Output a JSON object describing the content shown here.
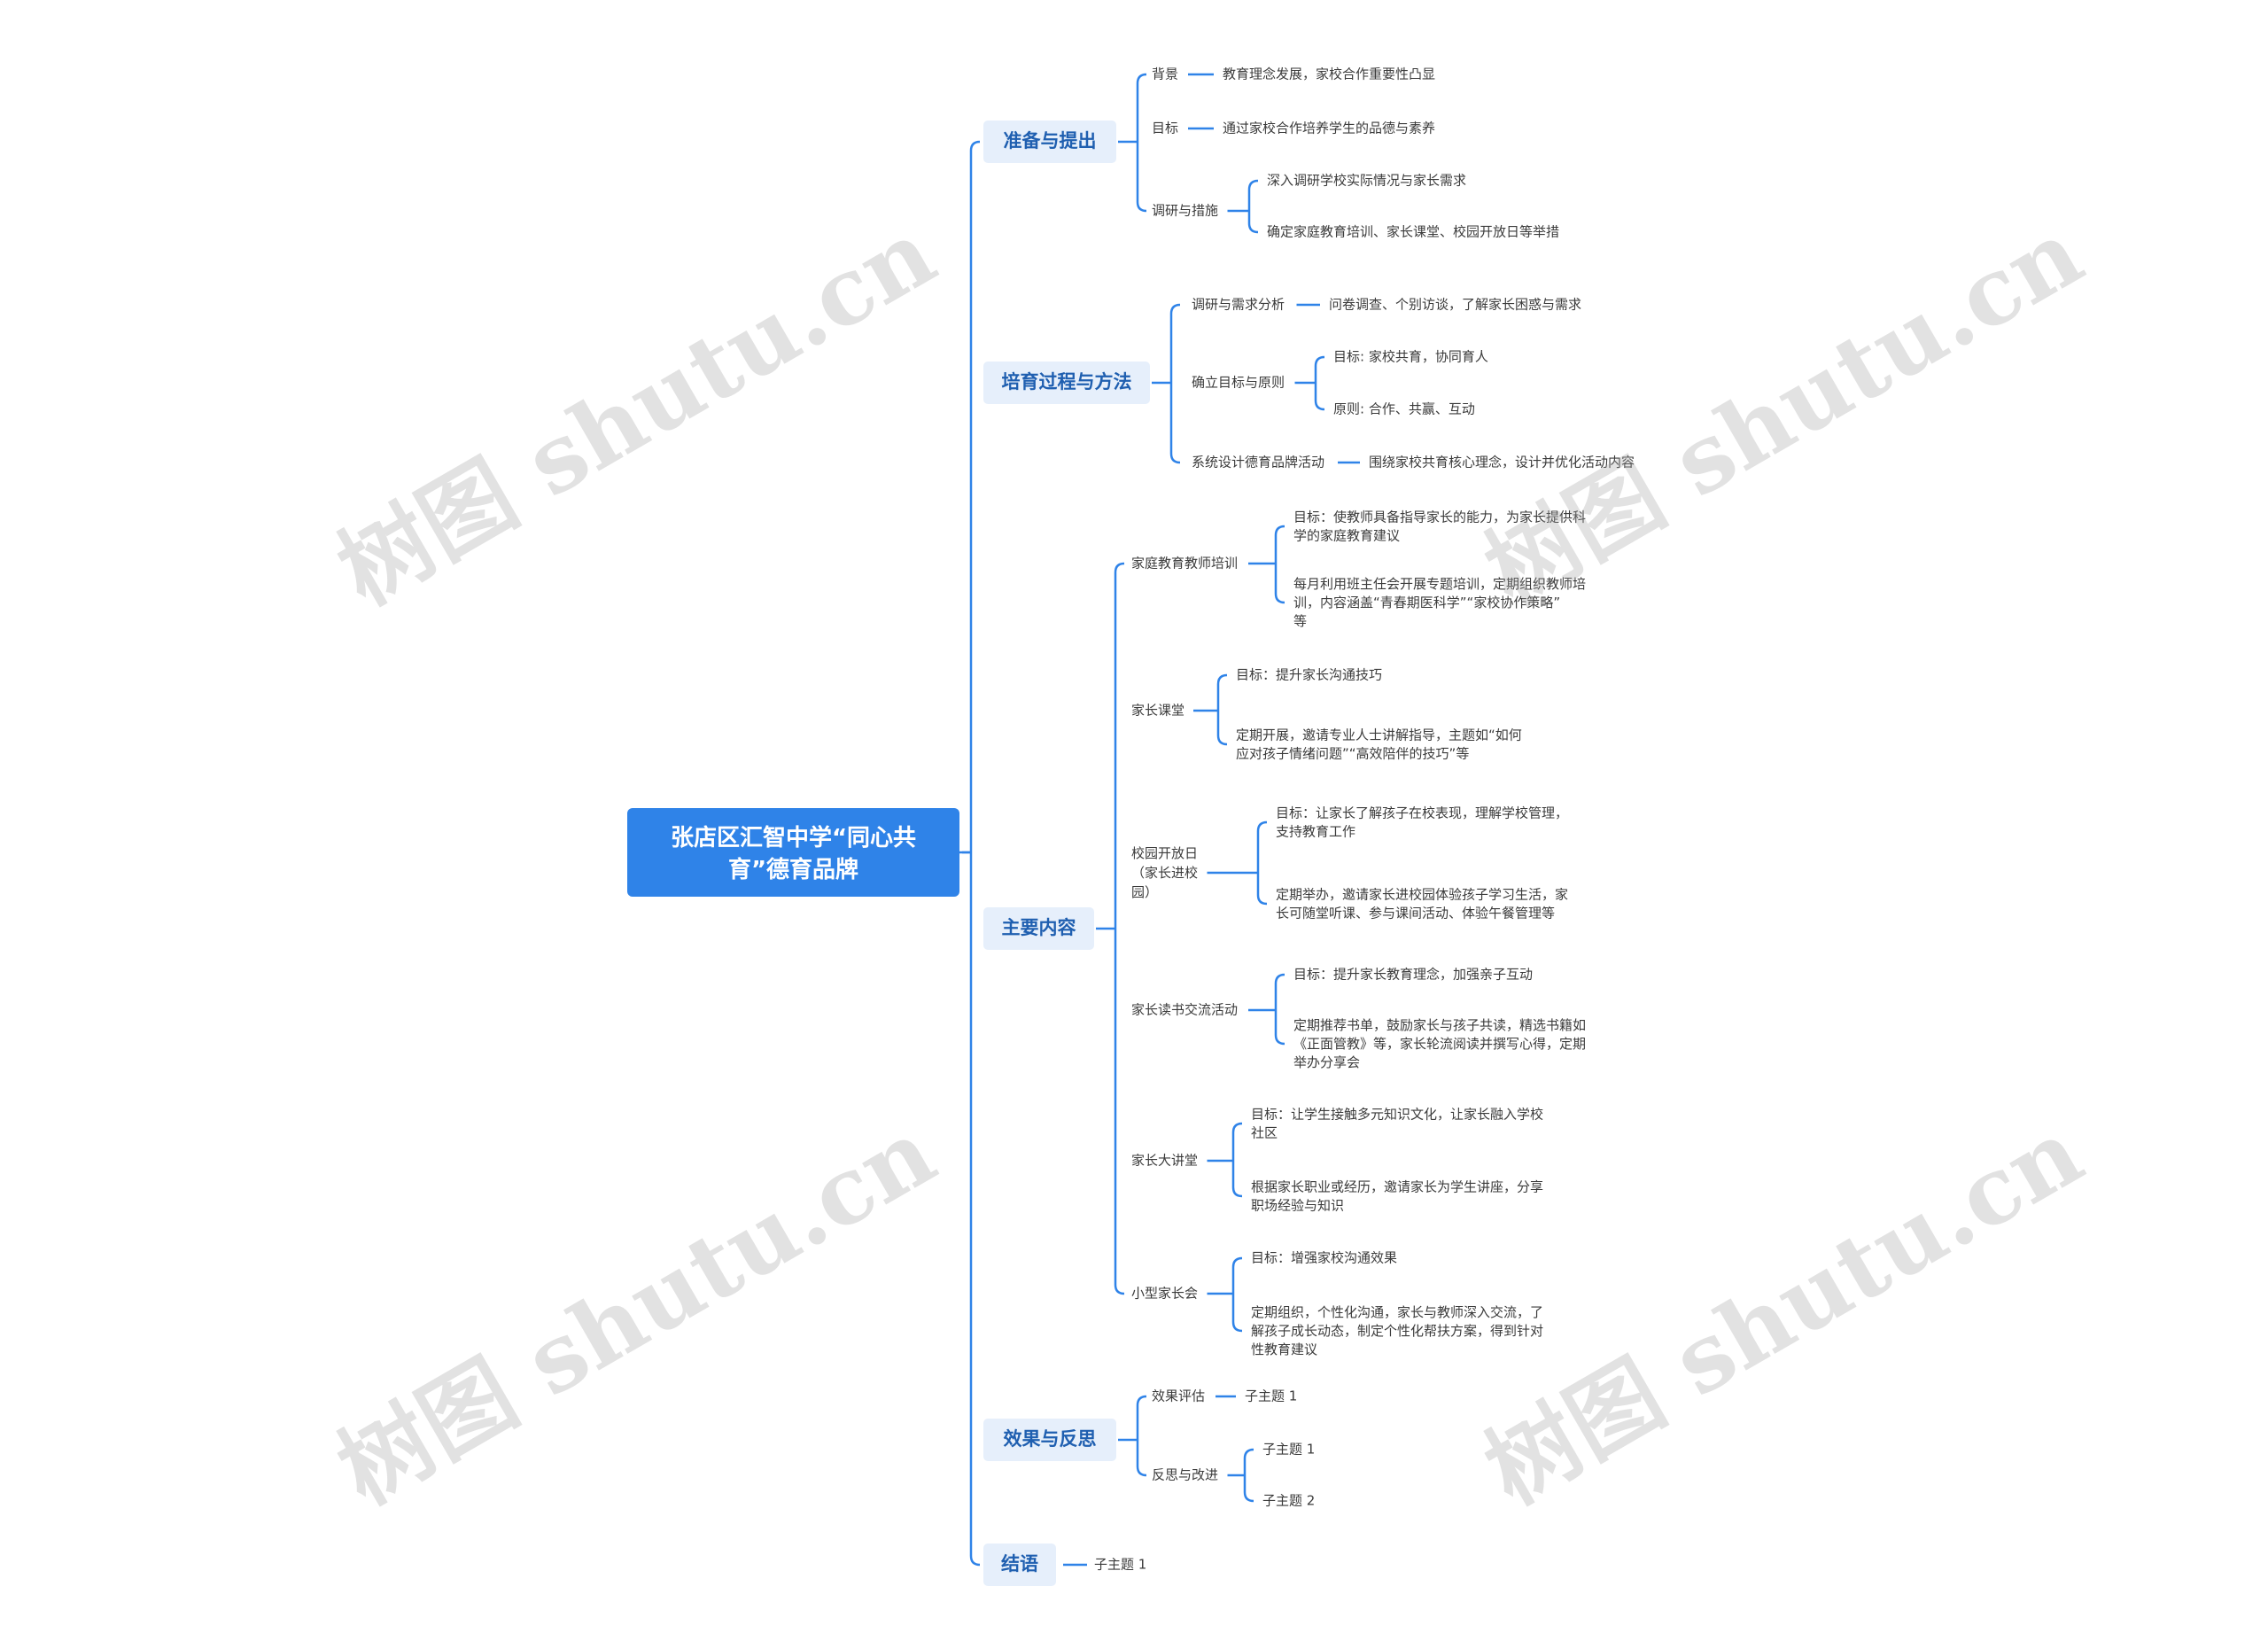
{
  "colors": {
    "line": "#2f83e8",
    "root_bg": "#2f83e8",
    "root_text": "#ffffff",
    "branch_bg": "#e6effb",
    "branch_text": "#1f5fb0",
    "leaf_text": "#3b3b3b"
  },
  "watermark": "树图 shutu.cn",
  "mindmap": {
    "root": "张店区汇智中学“同心共育”德育品牌",
    "branches": [
      {
        "label": "准备与提出",
        "children": [
          {
            "label": "背景",
            "children": [
              {
                "label": "教育理念发展，家校合作重要性凸显"
              }
            ]
          },
          {
            "label": "目标",
            "children": [
              {
                "label": "通过家校合作培养学生的品德与素养"
              }
            ]
          },
          {
            "label": "调研与措施",
            "children": [
              {
                "label": "深入调研学校实际情况与家长需求"
              },
              {
                "label": "确定家庭教育培训、家长课堂、校园开放日等举措"
              }
            ]
          }
        ]
      },
      {
        "label": "培育过程与方法",
        "children": [
          {
            "label": "调研与需求分析",
            "children": [
              {
                "label": "问卷调查、个别访谈，了解家长困惑与需求"
              }
            ]
          },
          {
            "label": "确立目标与原则",
            "children": [
              {
                "label": "目标: 家校共育，协同育人"
              },
              {
                "label": "原则: 合作、共赢、互动"
              }
            ]
          },
          {
            "label": "系统设计德育品牌活动",
            "children": [
              {
                "label": "围绕家校共育核心理念，设计并优化活动内容"
              }
            ]
          }
        ]
      },
      {
        "label": "主要内容",
        "children": [
          {
            "label": "家庭教育教师培训",
            "children": [
              {
                "label": "目标：使教师具备指导家长的能力，为家长提供科学的家庭教育建议"
              },
              {
                "label": "每月利用班主任会开展专题培训，定期组织教师培训，内容涵盖“青春期医科学”“家校协作策略”等"
              }
            ]
          },
          {
            "label": "家长课堂",
            "children": [
              {
                "label": "目标：提升家长沟通技巧"
              },
              {
                "label": "定期开展，邀请专业人士讲解指导，主题如“如何应对孩子情绪问题”“高效陪伴的技巧”等"
              }
            ]
          },
          {
            "label": "校园开放日（家长进校园）",
            "children": [
              {
                "label": "目标：让家长了解孩子在校表现，理解学校管理，支持教育工作"
              },
              {
                "label": "定期举办，邀请家长进校园体验孩子学习生活，家长可随堂听课、参与课间活动、体验午餐管理等"
              }
            ]
          },
          {
            "label": "家长读书交流活动",
            "children": [
              {
                "label": "目标：提升家长教育理念，加强亲子互动"
              },
              {
                "label": "定期推荐书单，鼓励家长与孩子共读，精选书籍如《正面管教》等，家长轮流阅读并撰写心得，定期举办分享会"
              }
            ]
          },
          {
            "label": "家长大讲堂",
            "children": [
              {
                "label": "目标：让学生接触多元知识文化，让家长融入学校社区"
              },
              {
                "label": "根据家长职业或经历，邀请家长为学生讲座，分享职场经验与知识"
              }
            ]
          },
          {
            "label": "小型家长会",
            "children": [
              {
                "label": "目标：增强家校沟通效果"
              },
              {
                "label": "定期组织，个性化沟通，家长与教师深入交流，了解孩子成长动态，制定个性化帮扶方案，得到针对性教育建议"
              }
            ]
          }
        ]
      },
      {
        "label": "效果与反思",
        "children": [
          {
            "label": "效果评估",
            "children": [
              {
                "label": "子主题 1"
              }
            ]
          },
          {
            "label": "反思与改进",
            "children": [
              {
                "label": "子主题 1"
              },
              {
                "label": "子主题 2"
              }
            ]
          }
        ]
      },
      {
        "label": "结语",
        "children": [
          {
            "label": "子主题 1"
          }
        ]
      }
    ]
  }
}
